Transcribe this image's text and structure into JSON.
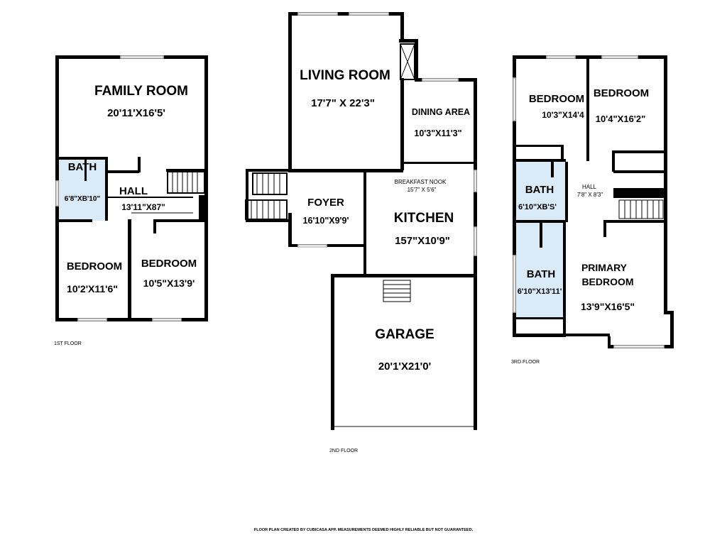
{
  "floors": {
    "first": {
      "label": "1ST FLOOR",
      "rooms": {
        "family_room": {
          "name": "FAMILY ROOM",
          "dims": "20'11'X16'5'"
        },
        "bath": {
          "name": "BATH",
          "dims": "6'8\"XB'10\""
        },
        "hall": {
          "name": "HALL",
          "dims": "13'11\"X87\""
        },
        "bedroom_left": {
          "name": "BEDROOM",
          "dims": "10'2'X11'6\""
        },
        "bedroom_right": {
          "name": "BEDROOM",
          "dims": "10'5\"X13'9'"
        }
      }
    },
    "second": {
      "label": "2ND FLOOR",
      "rooms": {
        "living_room": {
          "name": "LIVING ROOM",
          "dims": "17'7\" X 22'3\""
        },
        "dining_area": {
          "name": "DINING AREA",
          "dims": "10'3\"X11'3\""
        },
        "breakfast_nook": {
          "name": "BREAKFAST NOOK",
          "dims": "15'7\" X 5'6\""
        },
        "foyer": {
          "name": "FOYER",
          "dims": "16'10\"X9'9'"
        },
        "kitchen": {
          "name": "KITCHEN",
          "dims": "157\"X10'9\""
        },
        "garage": {
          "name": "GARAGE",
          "dims": "20'1'X21'0'"
        }
      }
    },
    "third": {
      "label": "3RD FLOOR",
      "rooms": {
        "bedroom_left": {
          "name": "BEDROOM",
          "dims": "10'3\"X14'4"
        },
        "bedroom_right": {
          "name": "BEDROOM",
          "dims": "10'4\"X16'2\""
        },
        "bath_upper": {
          "name": "BATH",
          "dims": "6'10\"XB'S'"
        },
        "hall": {
          "name": "HALL",
          "dims": "7'8\" X 8'3\""
        },
        "bath_lower": {
          "name": "BATH",
          "dims": "6'10\"X13'11'"
        },
        "primary_bedroom": {
          "name_line1": "PRIMARY",
          "name_line2": "BEDROOM",
          "dims": "13'9\"X16'5\""
        }
      }
    }
  },
  "disclaimer": "FLOOR PLAN CREATED BY CUBICASA APP. MEASUREMENTS DEEMED HIGHLY RELIABLE BUT NOT GUARANTEED.",
  "colors": {
    "wall": "#000000",
    "bath_fill": "#dbeaf7",
    "background": "#ffffff"
  }
}
